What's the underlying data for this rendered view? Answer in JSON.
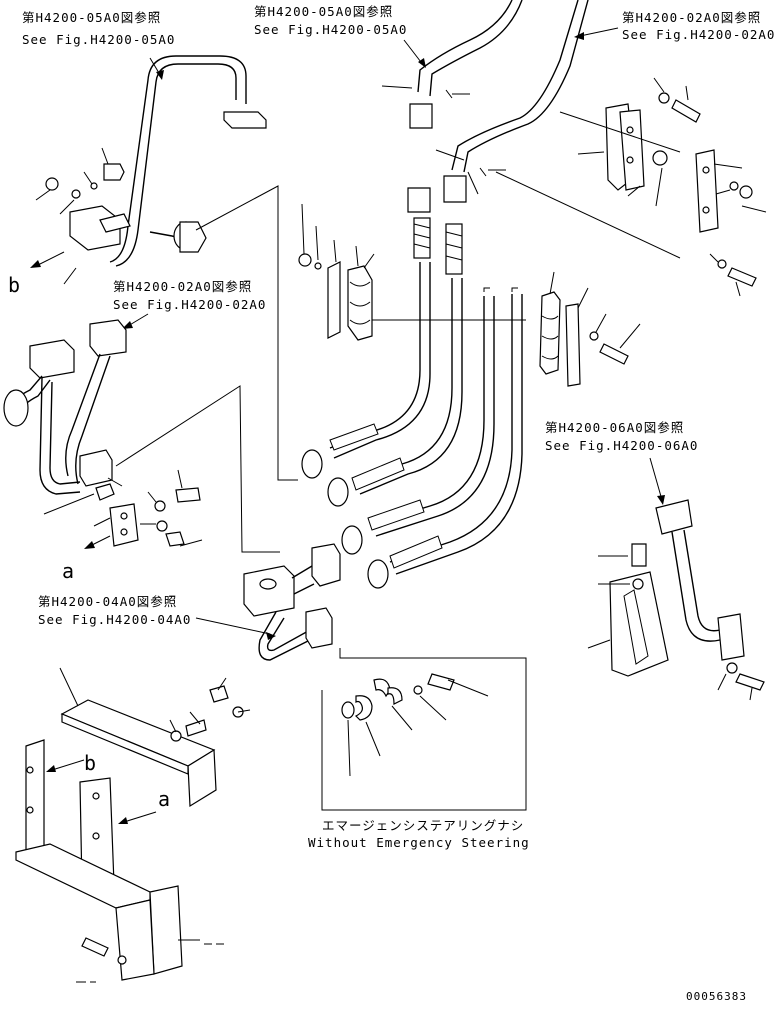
{
  "refs": {
    "top_left": {
      "jp": "第H4200-05A0図参照",
      "en": "See Fig.H4200-05A0"
    },
    "top_center": {
      "jp": "第H4200-05A0図参照",
      "en": "See Fig.H4200-05A0"
    },
    "top_right": {
      "jp": "第H4200-02A0図参照",
      "en": "See Fig.H4200-02A0"
    },
    "mid_left": {
      "jp": "第H4200-02A0図参照",
      "en": "See Fig.H4200-02A0"
    },
    "mid_right": {
      "jp": "第H4200-06A0図参照",
      "en": "See Fig.H4200-06A0"
    },
    "bottom_left": {
      "jp": "第H4200-04A0図参照",
      "en": "See Fig.H4200-04A0"
    }
  },
  "view_letters": {
    "b1": "b",
    "a1": "a",
    "b2": "b",
    "a2": "a"
  },
  "inset": {
    "jp": "エマージェンシステアリングナシ",
    "en": "Without Emergency Steering"
  },
  "drawing_number": "00056383"
}
